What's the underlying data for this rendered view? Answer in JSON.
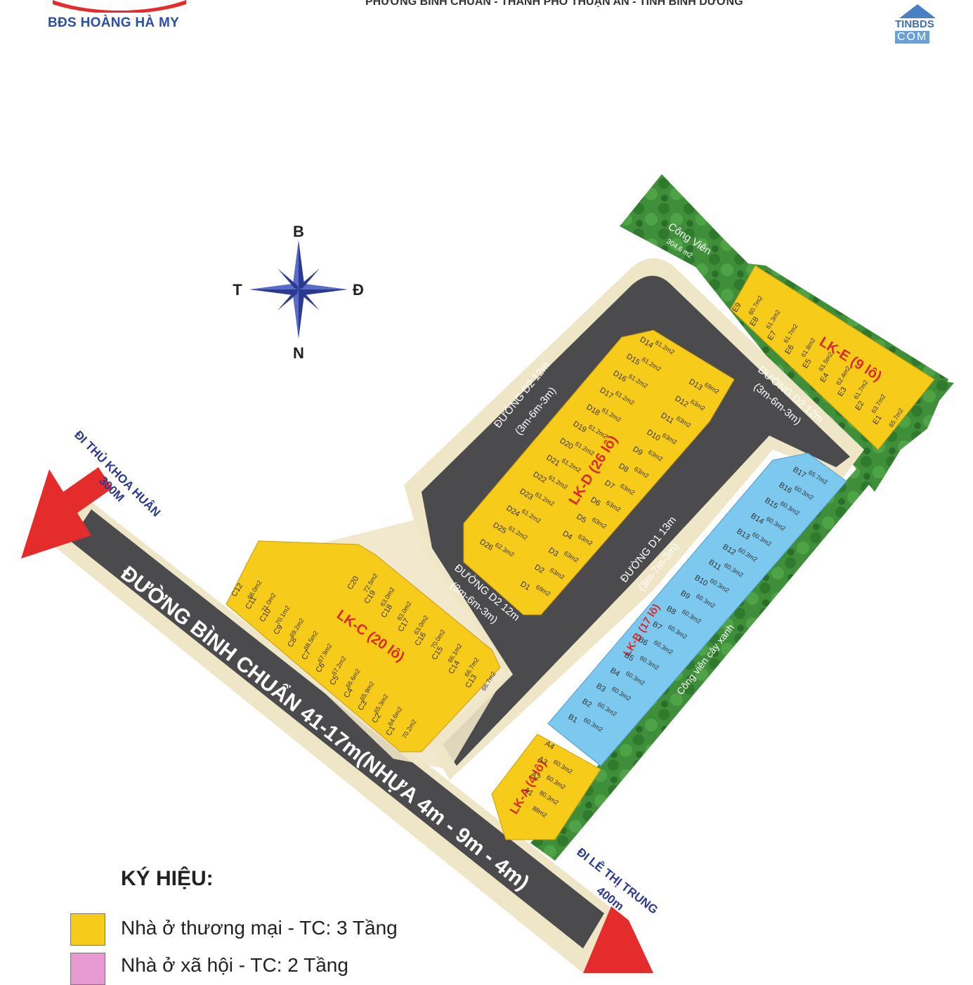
{
  "header": {
    "brand": "BĐS HOÀNG HÀ MY",
    "location": "PHƯỜNG BÌNH CHUẨN - THÀNH PHỐ THUẬN AN - TỈNH BÌNH DƯƠNG",
    "watermark_top": "TINBDS",
    "watermark_bottom": "COM"
  },
  "compass": {
    "north": "B",
    "south": "N",
    "east": "Đ",
    "west": "T"
  },
  "roads": {
    "main": "ĐƯỜNG BÌNH CHUẨN 41-17m(NHỰA 4m - 9m - 4m)",
    "d2_left": "ĐƯỜNG D2 12m",
    "d2_left_sub": "(3m-6m-3m)",
    "d2_right": "ĐƯỜNG D2 12m",
    "d2_right_sub": "(3m-6m-3m)",
    "d2_mid": "ĐƯỜNG D2 12m",
    "d2_mid_sub": "(3m-6m-3m)",
    "d1": "ĐƯỜNG D1 13m",
    "d1_sub": "(3m-7m-3m)"
  },
  "directions": {
    "top_left": "ĐI THỦ KHOA HUÂN",
    "top_left_dist": "300M",
    "bottom_right": "ĐI LÊ THỊ TRUNG",
    "bottom_right_dist": "400m"
  },
  "areas": {
    "park": "Công Viên",
    "park_area": "304.6 m2",
    "green_strip": "Công viên cây xanh"
  },
  "blocks": {
    "A": "LK-A (4 lô)",
    "B": "LK-B (17 lô)",
    "C": "LK-C (20 lô)",
    "D": "LK-D (26 lô)",
    "E": "LK-E (9 lô)"
  },
  "lots_e": [
    {
      "id": "E9",
      "area": "60.7m2"
    },
    {
      "id": "E8",
      "area": "61.3m2"
    },
    {
      "id": "E7",
      "area": "61.7m2"
    },
    {
      "id": "E6",
      "area": "61.8m2"
    },
    {
      "id": "E5",
      "area": "61.5m2"
    },
    {
      "id": "E4",
      "area": "62.4m2"
    },
    {
      "id": "E3",
      "area": "61.7m2"
    },
    {
      "id": "E2",
      "area": "63.7m2"
    },
    {
      "id": "E1",
      "area": "65.7m2"
    }
  ],
  "lots_d_left": [
    {
      "id": "D14",
      "area": "61.2m2"
    },
    {
      "id": "D15",
      "area": "61.2m2"
    },
    {
      "id": "D16",
      "area": "61.2m2"
    },
    {
      "id": "D17",
      "area": "61.2m2"
    },
    {
      "id": "D18",
      "area": "61.2m2"
    },
    {
      "id": "D19",
      "area": "61.2m2"
    },
    {
      "id": "D20",
      "area": "61.2m2"
    },
    {
      "id": "D21",
      "area": "61.2m2"
    },
    {
      "id": "D22",
      "area": "61.2m2"
    },
    {
      "id": "D23",
      "area": "61.2m2"
    },
    {
      "id": "D24",
      "area": "61.2m2"
    },
    {
      "id": "D25",
      "area": "61.2m2"
    },
    {
      "id": "D26",
      "area": "62.3m2"
    }
  ],
  "lots_d_right": [
    {
      "id": "D13",
      "area": "69m2"
    },
    {
      "id": "D12",
      "area": "63m2"
    },
    {
      "id": "D11",
      "area": "63m2"
    },
    {
      "id": "D10",
      "area": "63m2"
    },
    {
      "id": "D9",
      "area": "63m2"
    },
    {
      "id": "D8",
      "area": "63m2"
    },
    {
      "id": "D7",
      "area": "63m2"
    },
    {
      "id": "D6",
      "area": "63m2"
    },
    {
      "id": "D5",
      "area": "63m2"
    },
    {
      "id": "D4",
      "area": "63m2"
    },
    {
      "id": "D3",
      "area": "63m2"
    },
    {
      "id": "D2",
      "area": "63m2"
    },
    {
      "id": "D1",
      "area": "69m2"
    }
  ],
  "lots_c_left": [
    {
      "id": "C12",
      "area": "98.0m2"
    },
    {
      "id": "C11",
      "area": "71.0m2"
    },
    {
      "id": "C10",
      "area": "70.1m2"
    },
    {
      "id": "C9",
      "area": "69.2m2"
    },
    {
      "id": "C8",
      "area": "68.5m2"
    },
    {
      "id": "C7",
      "area": "67.9m2"
    },
    {
      "id": "C6",
      "area": "67.2m2"
    },
    {
      "id": "C5",
      "area": "66.6m2"
    },
    {
      "id": "C4",
      "area": "65.9m2"
    },
    {
      "id": "C3",
      "area": "65.3m2"
    },
    {
      "id": "C2",
      "area": "64.6m2"
    },
    {
      "id": "C1",
      "area": "70.2m2"
    }
  ],
  "lots_c_right": [
    {
      "id": "C20",
      "area": "72.5m2"
    },
    {
      "id": "C19",
      "area": "63.0m2"
    },
    {
      "id": "C18",
      "area": "63.0m2"
    },
    {
      "id": "C17",
      "area": "63.0m2"
    },
    {
      "id": "C16",
      "area": "70.0m2"
    },
    {
      "id": "C15",
      "area": "66.1m2"
    },
    {
      "id": "C14",
      "area": "66.7m2"
    },
    {
      "id": "C13",
      "area": "66.7m2"
    }
  ],
  "lots_b": [
    {
      "id": "B17",
      "area": "65.7m2"
    },
    {
      "id": "B16",
      "area": "60.3m2"
    },
    {
      "id": "B15",
      "area": "60.3m2"
    },
    {
      "id": "B14",
      "area": "60.3m2"
    },
    {
      "id": "B13",
      "area": "60.3m2"
    },
    {
      "id": "B12",
      "area": "60.3m2"
    },
    {
      "id": "B11",
      "area": "60.3m2"
    },
    {
      "id": "B10",
      "area": "60.3m2"
    },
    {
      "id": "B9",
      "area": "60.3m2"
    },
    {
      "id": "B8",
      "area": "60.3m2"
    },
    {
      "id": "B7",
      "area": "60.3m2"
    },
    {
      "id": "B6",
      "area": "60.3m2"
    },
    {
      "id": "B5",
      "area": "60.3m2"
    },
    {
      "id": "B4",
      "area": "60.3m2"
    },
    {
      "id": "B3",
      "area": "60.3m2"
    },
    {
      "id": "B2",
      "area": "60.3m2"
    },
    {
      "id": "B1",
      "area": "60.3m2"
    }
  ],
  "lots_a": [
    {
      "id": "A4",
      "area": ""
    },
    {
      "id": "A3",
      "area": "60.3m2"
    },
    {
      "id": "A2",
      "area": "60.3m2"
    },
    {
      "id": "A1",
      "area": "80.3m2"
    },
    {
      "id": "",
      "area": "88m2"
    }
  ],
  "legend": {
    "title": "KÝ HIỆU:",
    "items": [
      {
        "label": "Nhà ở thương mại - TC: 3 Tầng",
        "color": "#f7cb1a"
      },
      {
        "label": "Nhà ở xã hội - TC: 2 Tầng",
        "color": "#e79ad2"
      }
    ]
  },
  "colors": {
    "commercial": "#f7cb1a",
    "social": "#e79ad2",
    "block_b": "#7cc8ef",
    "road": "#4b4b4d",
    "sidewalk": "#efe6c8",
    "park": "#3f8f3a",
    "arrow": "#e52c2c",
    "label_red": "#d62b2b"
  }
}
